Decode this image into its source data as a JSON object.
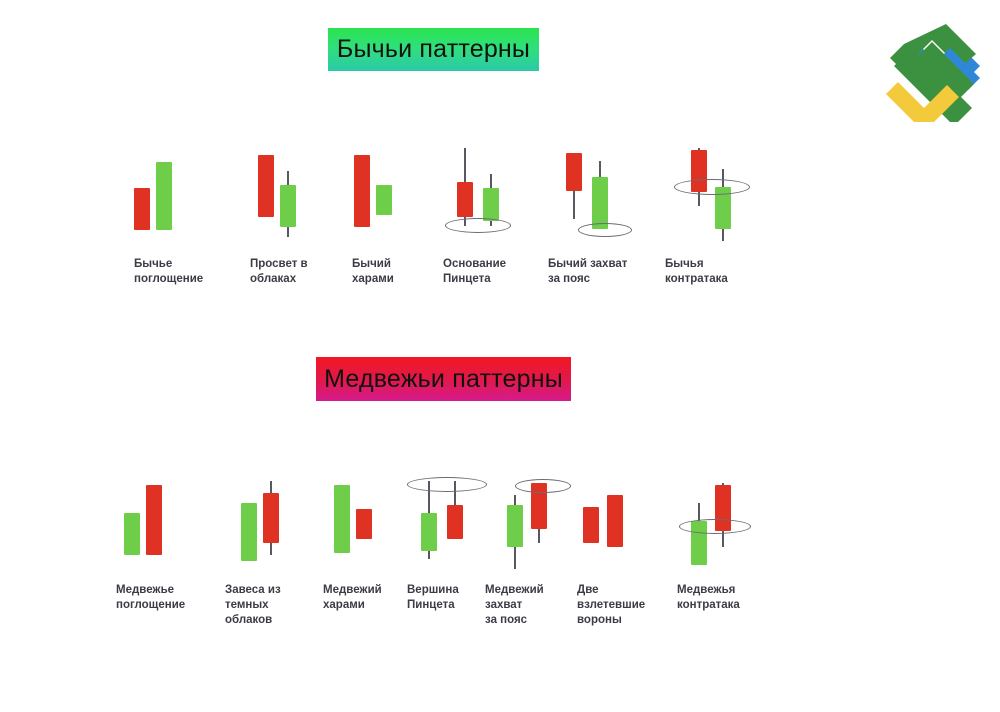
{
  "logo": {
    "name": "chevron-logo",
    "colors": {
      "green": "#3c9141",
      "blue": "#2f87d8",
      "yellow": "#f2ca3c"
    }
  },
  "colors": {
    "bullish_candle": "#6ece4a",
    "bearish_candle": "#e03223",
    "wick": "#585860",
    "label_text": "#3c3c46",
    "background": "#ffffff"
  },
  "sections": [
    {
      "id": "bullish",
      "title": "Бычьи паттерны",
      "gradient_from": "#2ae34f",
      "gradient_to": "#2cc9a8",
      "patterns": [
        {
          "id": "bullish-engulfing",
          "label": "Бычье\nпоглощение"
        },
        {
          "id": "piercing-line",
          "label": "Просвет в\nоблаках"
        },
        {
          "id": "bullish-harami",
          "label": "Бычий\nхарами"
        },
        {
          "id": "tweezer-bottom",
          "label": "Основание\nПинцета"
        },
        {
          "id": "bullish-belt-hold",
          "label": "Бычий захват\nза пояс"
        },
        {
          "id": "bullish-counterattack",
          "label": "Бычья\nконтратака"
        }
      ]
    },
    {
      "id": "bearish",
      "title": "Медвежьи паттерны",
      "gradient_from": "#f41622",
      "gradient_to": "#d61b8e",
      "patterns": [
        {
          "id": "bearish-engulfing",
          "label": "Медвежье\nпоглощение"
        },
        {
          "id": "dark-cloud-cover",
          "label": "Завеса из\nтемных\nоблаков"
        },
        {
          "id": "bearish-harami",
          "label": "Медвежий\nхарами"
        },
        {
          "id": "tweezer-top",
          "label": "Вершина\nПинцета"
        },
        {
          "id": "bearish-belt-hold",
          "label": "Медвежий\nзахват\nза пояс"
        },
        {
          "id": "two-crows",
          "label": "Две\nвзлетевшие\nвороны"
        },
        {
          "id": "bearish-counterattack",
          "label": "Медвежья\nконтратака"
        }
      ]
    }
  ]
}
